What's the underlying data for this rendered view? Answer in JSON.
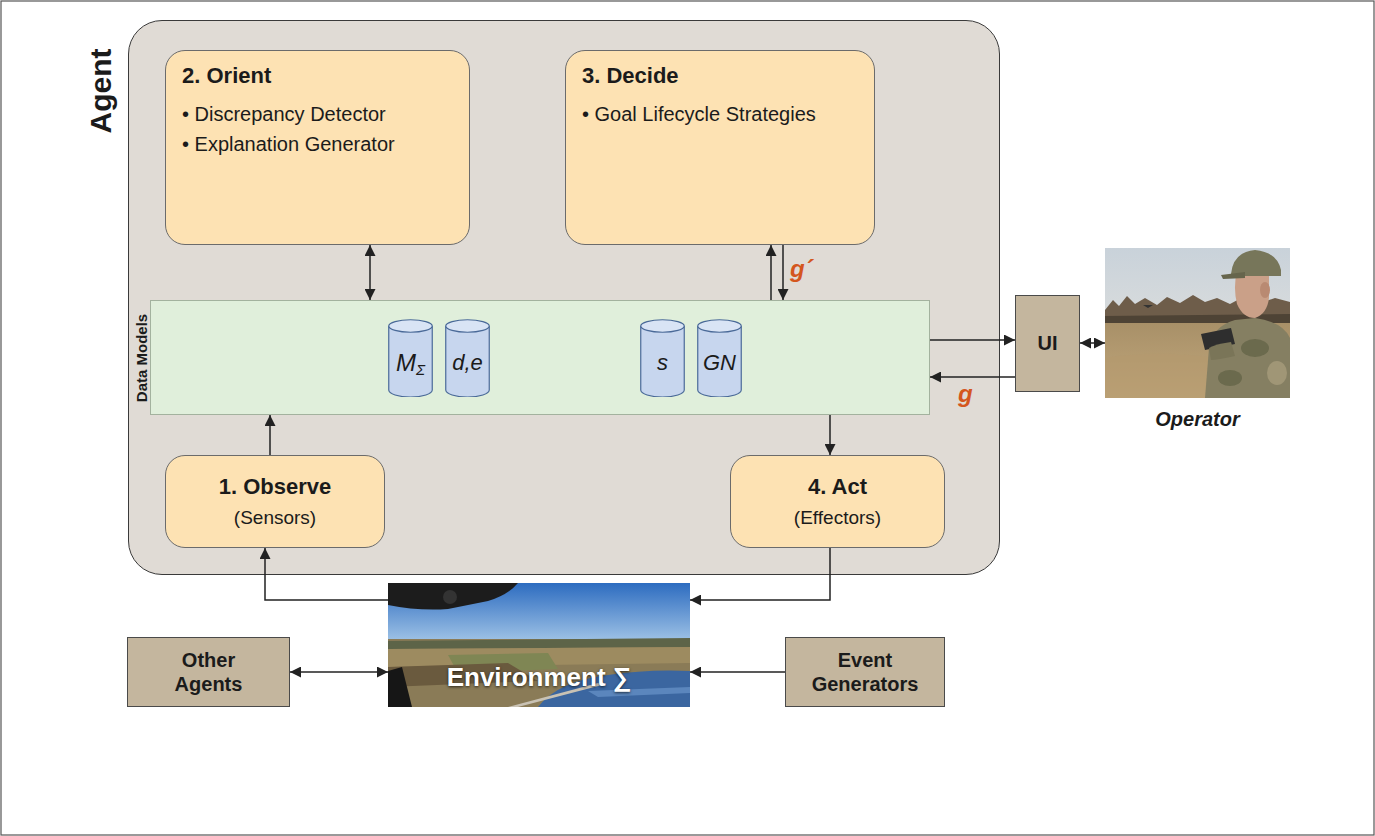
{
  "diagram": {
    "nodes": [
      {
        "text": [
          "Agent"
        ]
      },
      {
        "text": [
          "2. Orient",
          "• Discrepancy Detector",
          "• Explanation Generator"
        ],
        "in": 0
      },
      {
        "text": [
          "3. Decide",
          "• Goal Lifecycle Strategies"
        ],
        "in": 0
      },
      {
        "text": [
          "Data Models"
        ],
        "in": 0
      },
      {
        "text": [
          "M",
          "Σ"
        ],
        "in": 3
      },
      {
        "text": [
          "d,e"
        ],
        "in": 3
      },
      {
        "text": [
          "s"
        ],
        "in": 3
      },
      {
        "text": [
          "GN"
        ],
        "in": 3
      },
      {
        "text": [
          "UI"
        ]
      },
      {
        "text": [
          "Operator"
        ]
      },
      {
        "text": [
          "1. Observe",
          "(Sensors)"
        ],
        "in": 0
      },
      {
        "text": [
          "4. Act",
          "(Effectors)"
        ],
        "in": 0
      },
      {
        "text": [
          "Other Agents"
        ]
      },
      {
        "text": [
          "Environment ∑"
        ]
      },
      {
        "text": [
          "Event Generators"
        ]
      }
    ],
    "edges": [
      {
        "from": 1,
        "to": 3,
        "arrow": "both"
      },
      {
        "from": 3,
        "to": 2,
        "arrow": "to"
      },
      {
        "from": 2,
        "to": 3,
        "arrow": "to",
        "label": "g´"
      },
      {
        "from": 3,
        "to": 8,
        "arrow": "to"
      },
      {
        "from": 8,
        "to": 3,
        "arrow": "to",
        "label": "g"
      },
      {
        "from": 8,
        "to": 9,
        "arrow": "both"
      },
      {
        "from": 10,
        "to": 3,
        "arrow": "to"
      },
      {
        "from": 3,
        "to": 11,
        "arrow": "to"
      },
      {
        "from": 13,
        "to": 10,
        "arrow": "to"
      },
      {
        "from": 11,
        "to": 13,
        "arrow": "to"
      },
      {
        "from": 12,
        "to": 13,
        "arrow": "both"
      },
      {
        "from": 14,
        "to": 13,
        "arrow": "to"
      }
    ]
  }
}
